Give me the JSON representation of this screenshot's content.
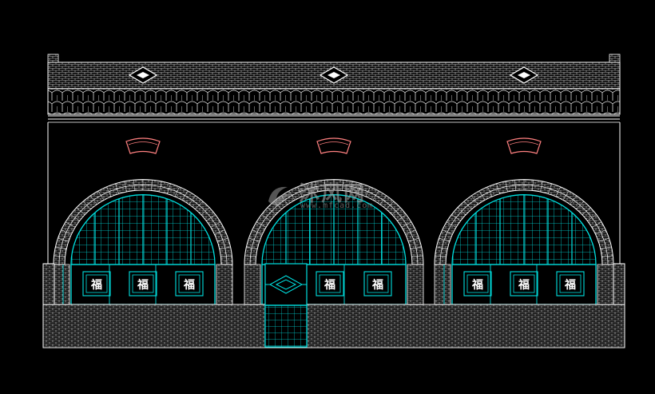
{
  "drawing": {
    "title": "",
    "stroke_color": "#ffffff",
    "accent_color": "#00e0e0",
    "arc_ornament_color": "#ff8080",
    "background": "#000000"
  },
  "windows": [
    {
      "name": "left-arch-window",
      "panels": [
        "福",
        "福",
        "福"
      ]
    },
    {
      "name": "center-arch-window",
      "panels": [
        "福",
        "福"
      ]
    },
    {
      "name": "right-arch-window",
      "panels": [
        "福",
        "福",
        "福"
      ]
    }
  ],
  "door": {
    "name": "center-door",
    "ornament": "diamond"
  },
  "roof": {
    "diamond_ornaments": 3,
    "tile_rows": 1
  },
  "watermark": {
    "title": "沐风网",
    "url": "www.mfcad.com",
    "logo_icon": "mufeng-logo-icon"
  }
}
